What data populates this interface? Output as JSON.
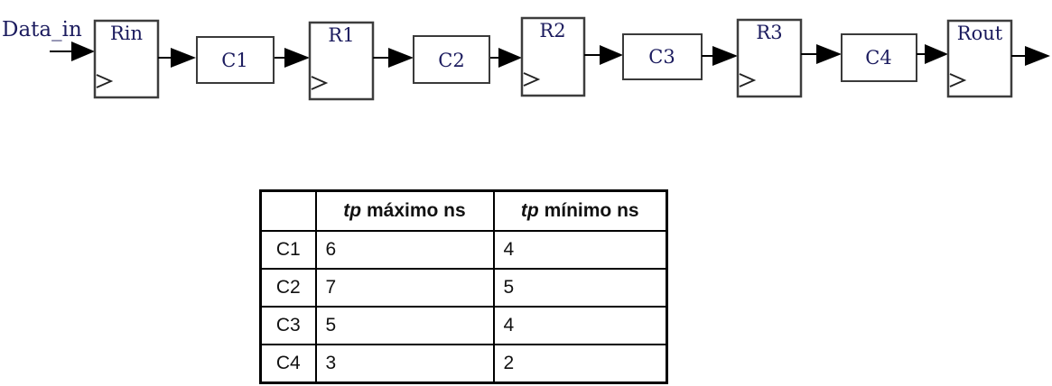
{
  "colors": {
    "diagram_text": "#1b1b5e",
    "box_border": "#3d3d3d",
    "arrow": "#000000",
    "table_border": "#000000"
  },
  "diagram": {
    "input_label": "Data_in",
    "registers": [
      {
        "label": "Rin"
      },
      {
        "label": "R1"
      },
      {
        "label": "R2"
      },
      {
        "label": "R3"
      },
      {
        "label": "Rout"
      }
    ],
    "blocks": [
      {
        "label": "C1"
      },
      {
        "label": "C2"
      },
      {
        "label": "C3"
      },
      {
        "label": "C4"
      }
    ]
  },
  "table": {
    "header": {
      "col0": "",
      "col1_tp": "tp",
      "col1_rest": "máximo ns",
      "col2_tp": "tp",
      "col2_rest": "mínimo ns"
    },
    "rows": [
      {
        "name": "C1",
        "tp_max": "6",
        "tp_min": "4"
      },
      {
        "name": "C2",
        "tp_max": "7",
        "tp_min": "5"
      },
      {
        "name": "C3",
        "tp_max": "5",
        "tp_min": "4"
      },
      {
        "name": "C4",
        "tp_max": "3",
        "tp_min": "2"
      }
    ]
  }
}
